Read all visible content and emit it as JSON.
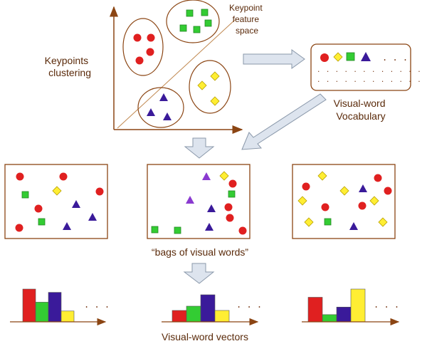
{
  "labels": {
    "keypoints_clustering": [
      "Keypoints",
      "clustering"
    ],
    "feature_space": [
      "Keypoint",
      "feature",
      "space"
    ],
    "vocabulary": [
      "Visual-word",
      "Vocabulary"
    ],
    "bags": "“bags of visual words”",
    "vectors": "Visual-word vectors",
    "ellipsis": ". . .",
    "vocab_dots": ". . . . . . . . . . . . . . . ."
  },
  "colors": {
    "red": "#e02020",
    "green": "#33cc33",
    "blue": "#3a1a9a",
    "yellow": "#ffee33",
    "purple": "#8a3ad0",
    "outline": "#8b4513",
    "arrow_fill": "#dde4ee",
    "arrow_stroke": "#8a98aa"
  },
  "histograms": [
    {
      "bars": [
        {
          "color": "red",
          "value": 1.0
        },
        {
          "color": "green",
          "value": 0.6
        },
        {
          "color": "blue",
          "value": 0.9
        },
        {
          "color": "yellow",
          "value": 0.33
        }
      ]
    },
    {
      "bars": [
        {
          "color": "red",
          "value": 0.4
        },
        {
          "color": "green",
          "value": 0.55
        },
        {
          "color": "blue",
          "value": 0.95
        },
        {
          "color": "yellow",
          "value": 0.4
        }
      ]
    },
    {
      "bars": [
        {
          "color": "red",
          "value": 0.75
        },
        {
          "color": "green",
          "value": 0.22
        },
        {
          "color": "blue",
          "value": 0.45
        },
        {
          "color": "yellow",
          "value": 1.0
        }
      ]
    }
  ]
}
